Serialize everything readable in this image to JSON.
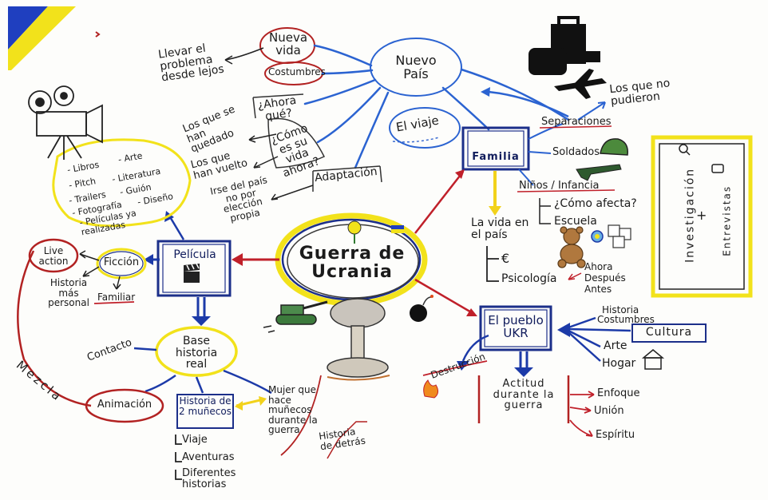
{
  "center": {
    "title": "Guerra de Ucrania"
  },
  "nodes": {
    "nuevo_pais": "Nuevo País",
    "nueva_vida": "Nueva vida",
    "costumbres": "Costumbres",
    "llevar_problema": "Llevar el problema desde lejos",
    "ahora_que": "¿Ahora qué?",
    "como_es_vida": "¿Cómo es su vida ahora?",
    "adaptacion": "Adaptación",
    "se_han_quedado": "Los que se han quedado",
    "han_vuelto": "Los que han vuelto",
    "irse_pais": "Irse del país no por elección propia",
    "el_viaje": "El viaje",
    "familia": "Familia",
    "separaciones": "Separaciones",
    "no_pudieron": "Los que no pudieron",
    "soldados": "Soldados",
    "ninos": "Niños / Infancia",
    "como_afecta": "¿Cómo afecta?",
    "escuela": "Escuela",
    "vida_pais": "La vida en el país",
    "dinero": "€",
    "psicologia": "Psicología",
    "ahora_despues_antes": [
      "Ahora",
      "Después",
      "Antes"
    ],
    "investigacion": "Investigación",
    "plus": "+",
    "entrevistas": "Entrevistas",
    "pueblo": "El pueblo UKR",
    "historia_costumbres": [
      "Historia",
      "Costumbres"
    ],
    "cultura": "Cultura",
    "arte": "Arte",
    "hogar": "Hogar",
    "destruccion": "Destrucción",
    "actitud": "Actitud durante la guerra",
    "enfoque": "Enfoque",
    "union": "Unión",
    "espiritu": "Espíritu",
    "pelicula": "Película",
    "ficcion": "Ficción",
    "live_action": "Live action",
    "historia_personal": "Historia más personal",
    "familiar": "Familiar",
    "mezcla": "Mezcla",
    "contacto": "Contacto",
    "base_historia": "Base historia real",
    "animacion": "Animación",
    "historia_munecos": "Historia de 2 muñecos",
    "munecos_items": [
      "Viaje",
      "Aventuras",
      "Diferentes historias"
    ],
    "mujer": "Mujer que hace muñecos durante la guerra",
    "historia_detras": "Historia de detrás",
    "artes_list": [
      "- Libros",
      "- Arte",
      "- Pitch",
      "- Literatura",
      "- Trailers",
      "- Guión",
      "- Fotografía",
      "- Diseño",
      "- Películas ya realizadas"
    ]
  },
  "colors": {
    "blue": "#1c3aa8",
    "navy": "#101c5c",
    "red": "#b5171c",
    "yellow": "#f2e21b",
    "flag_blue": "#1f3fbf"
  },
  "icons": [
    "film-camera-icon",
    "clapperboard-icon",
    "tank-icon",
    "explosion-icon",
    "bomb-icon",
    "helmet-icon",
    "rifle-icon",
    "teddy-bear-icon",
    "toy-blocks-icon",
    "pacifier-icon",
    "plane-icon",
    "suitcase-icon",
    "house-icon",
    "magnifier-icon",
    "chat-icon",
    "fire-icon",
    "sunflower-icon",
    "ukraine-flag-icon"
  ]
}
